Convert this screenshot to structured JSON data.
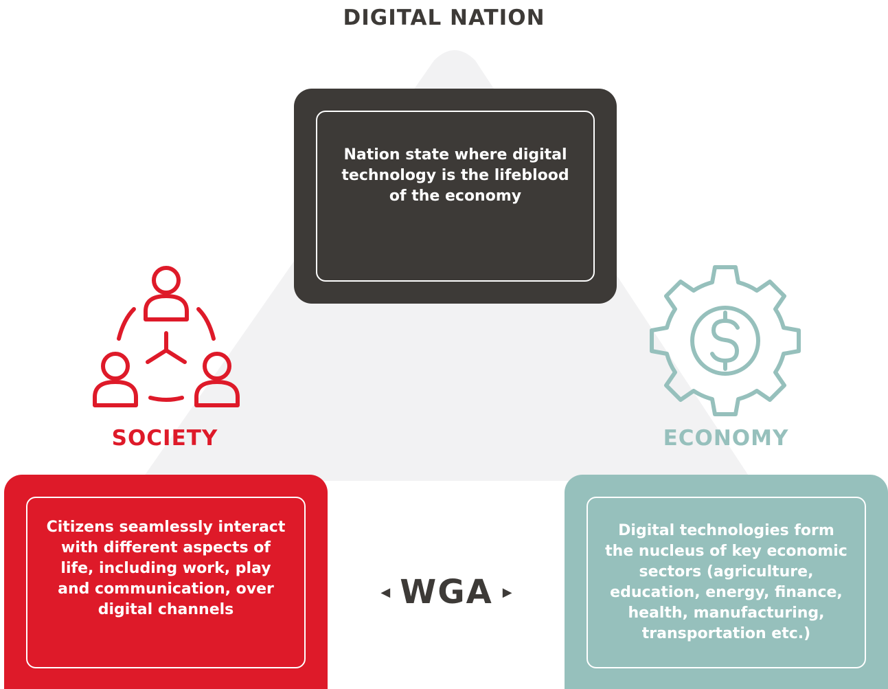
{
  "heading": "DIGITAL NATION",
  "top_box": {
    "lines": [
      "Nation state where digital",
      "technology is the lifeblood",
      "of the economy"
    ]
  },
  "society": {
    "label": "SOCIETY",
    "icon": "people-network-icon",
    "color": "#de1a29",
    "lines": [
      "Citizens seamlessly interact",
      "with different aspects of",
      "life, including work, play",
      "and communication, over",
      "digital channels"
    ]
  },
  "economy": {
    "label": "ECONOMY",
    "icon": "gear-dollar-icon",
    "color": "#96c0bc",
    "lines": [
      "Digital technologies form",
      "the nucleus of key economic",
      "sectors (agriculture,",
      "education, energy, finance,",
      "health, manufacturing,",
      "transportation etc.)"
    ]
  },
  "center": {
    "label": "WGA",
    "left_arrow": "◀",
    "right_arrow": "▶"
  },
  "colors": {
    "dark": "#3d3a37",
    "triangle": "#f2f2f3"
  }
}
